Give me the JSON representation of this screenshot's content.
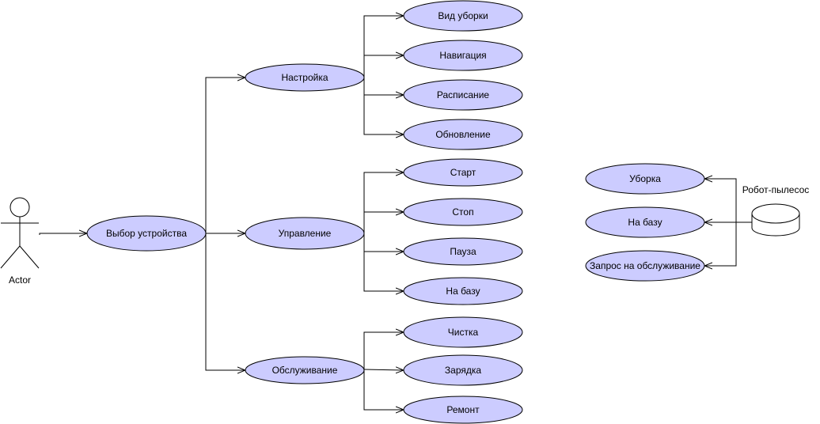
{
  "actor": {
    "label": "Actor"
  },
  "device": {
    "label": "Робот-пылесос"
  },
  "colors": {
    "node_fill": "#ccccff",
    "stroke": "#000000",
    "background": "#ffffff"
  },
  "use_cases": {
    "select_device": "Выбор устройства",
    "settings": "Настройка",
    "control": "Управление",
    "maintenance": "Обслуживание",
    "cleaning_type": "Вид уборки",
    "navigation": "Навигация",
    "schedule": "Расписание",
    "update": "Обновление",
    "start": "Старт",
    "stop": "Стоп",
    "pause": "Пауза",
    "to_base": "На базу",
    "clean": "Чистка",
    "charge": "Зарядка",
    "repair": "Ремонт",
    "robot_cleaning": "Уборка",
    "robot_to_base": "На базу",
    "robot_service_request": "Запрос на обслуживание"
  }
}
